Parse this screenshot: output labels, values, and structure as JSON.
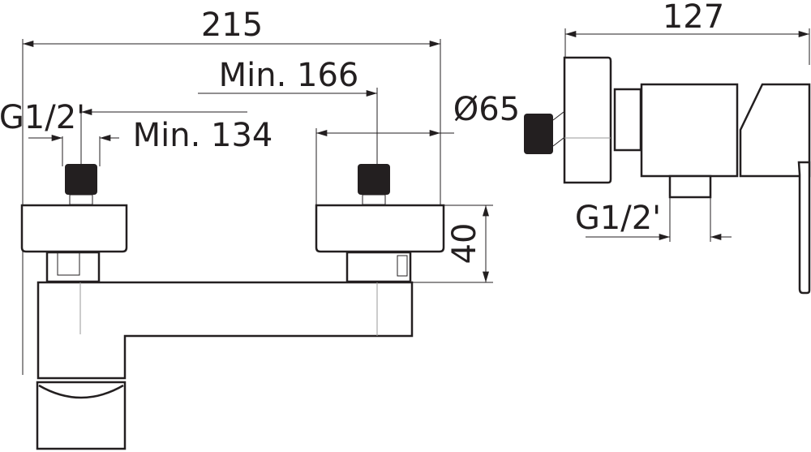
{
  "drawing": {
    "title": "Shower mixer technical drawing",
    "colors": {
      "line": "#231f20",
      "background": "#ffffff",
      "hidden_line": "#9a9a9a"
    },
    "front_view": {
      "overall_width": "215",
      "min_center_distance_outer": "Min. 166",
      "min_center_distance_inner": "Min. 134",
      "connection_thread": "G1/2'",
      "height": "40"
    },
    "side_view": {
      "depth": "127",
      "rosette_diameter": "Ø65",
      "outlet_thread": "G1/2'"
    }
  }
}
